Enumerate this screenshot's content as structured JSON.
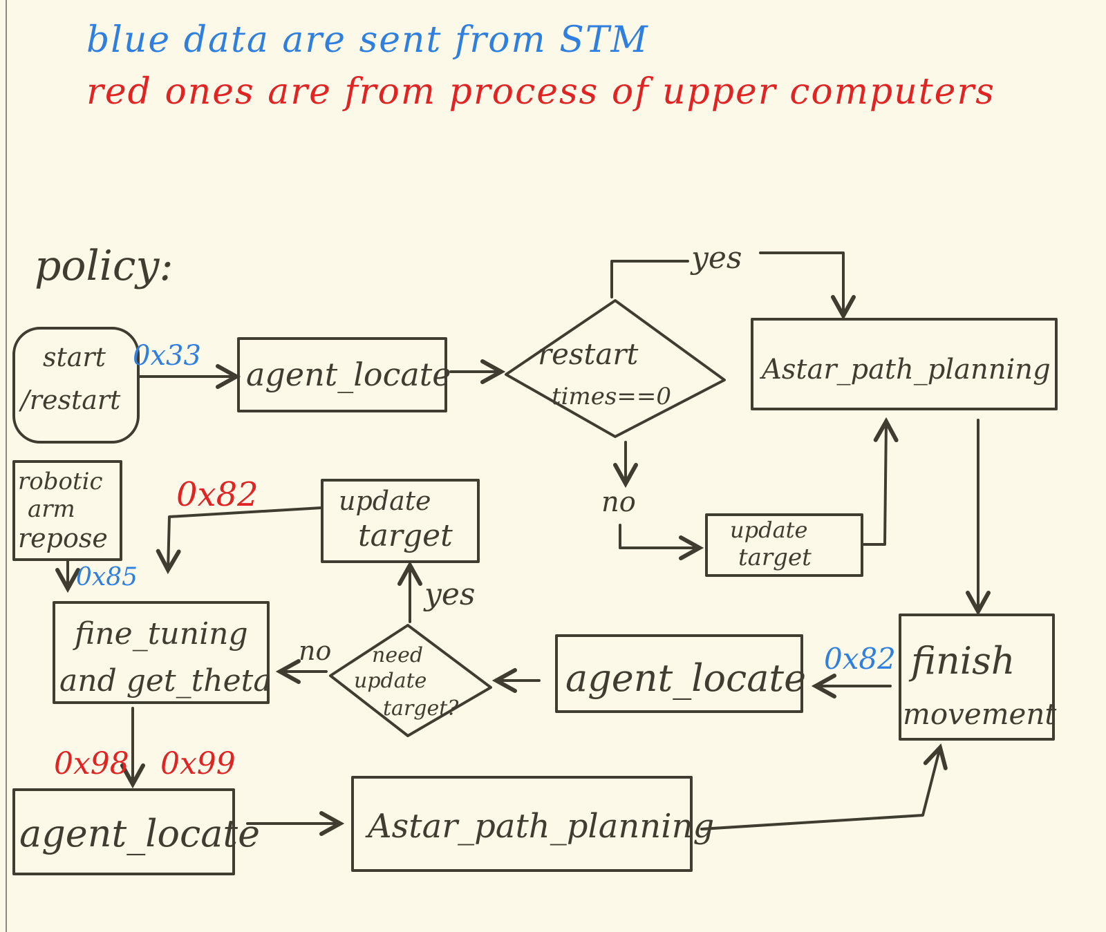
{
  "legend": {
    "blue_line": "blue data are sent from STM",
    "red_line": "red ones are from process of upper computers",
    "blue_color": "#2f7fe0",
    "red_color": "#e02424"
  },
  "title": "policy:",
  "ink_color": "#3f3c30",
  "nodes": {
    "start_line1": "start",
    "start_line2": "/restart",
    "agent_locate_1": "agent_locate",
    "restart_line1": "restart",
    "restart_line2": "times==0",
    "astar_1": "Astar_path_planning",
    "robotic_line1": "robotic",
    "robotic_line2": "arm",
    "robotic_line3": "repose",
    "update_target_1_line1": "update",
    "update_target_1_line2": "target",
    "update_target_2_line1": "update",
    "update_target_2_line2": "target",
    "fine_line1": "fine_tuning",
    "fine_line2": "and get_theta",
    "need_line1": "need",
    "need_line2": "update",
    "need_line3": "target?",
    "agent_locate_2": "agent_locate",
    "finish_line1": "finish",
    "finish_line2": "movement",
    "agent_locate_3": "agent_locate",
    "astar_2": "Astar_path_planning"
  },
  "edge_labels": {
    "yes_top": "yes",
    "no_restart": "no",
    "yes_need": "yes",
    "no_need": "no"
  },
  "codes": {
    "c0x33": "0x33",
    "c0x82_red": "0x82",
    "c0x85": "0x85",
    "c0x82_blue": "0x82",
    "c0x98": "0x98",
    "c0x99": "0x99"
  }
}
